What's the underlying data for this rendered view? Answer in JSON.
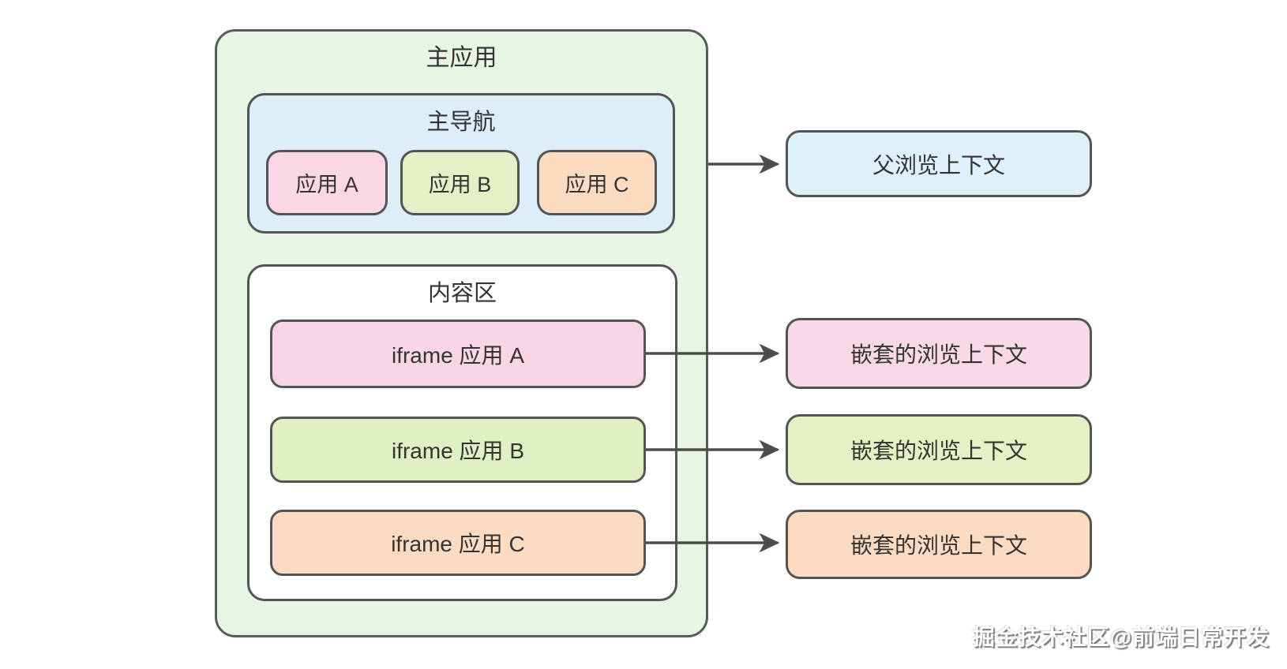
{
  "diagram": {
    "main_app": {
      "title": "主应用"
    },
    "main_nav": {
      "title": "主导航",
      "apps": [
        {
          "label": "应用 A",
          "color": "#f9d7e5"
        },
        {
          "label": "应用 B",
          "color": "#e4f1c6"
        },
        {
          "label": "应用 C",
          "color": "#fbdcc1"
        }
      ]
    },
    "content_area": {
      "title": "内容区",
      "iframes": [
        {
          "label": "iframe 应用 A",
          "color": "#f8d6e6"
        },
        {
          "label": "iframe 应用 B",
          "color": "#e1f0c3"
        },
        {
          "label": "iframe 应用 C",
          "color": "#fbdcc2"
        }
      ]
    },
    "browsing_contexts": {
      "parent": {
        "label": "父浏览上下文",
        "color": "#def0f9"
      },
      "nested": [
        {
          "label": "嵌套的浏览上下文",
          "color": "#f9d9e7"
        },
        {
          "label": "嵌套的浏览上下文",
          "color": "#e3f1c5"
        },
        {
          "label": "嵌套的浏览上下文",
          "color": "#fbdcc2"
        }
      ]
    },
    "style": {
      "outer_fill": "#e8f4e4",
      "nav_fill": "#ddeef9",
      "border_color": "#545454",
      "arrow_color": "#4d4d4d",
      "text_color": "#333333"
    },
    "watermark": "掘金技术社区@前端日常开发"
  }
}
